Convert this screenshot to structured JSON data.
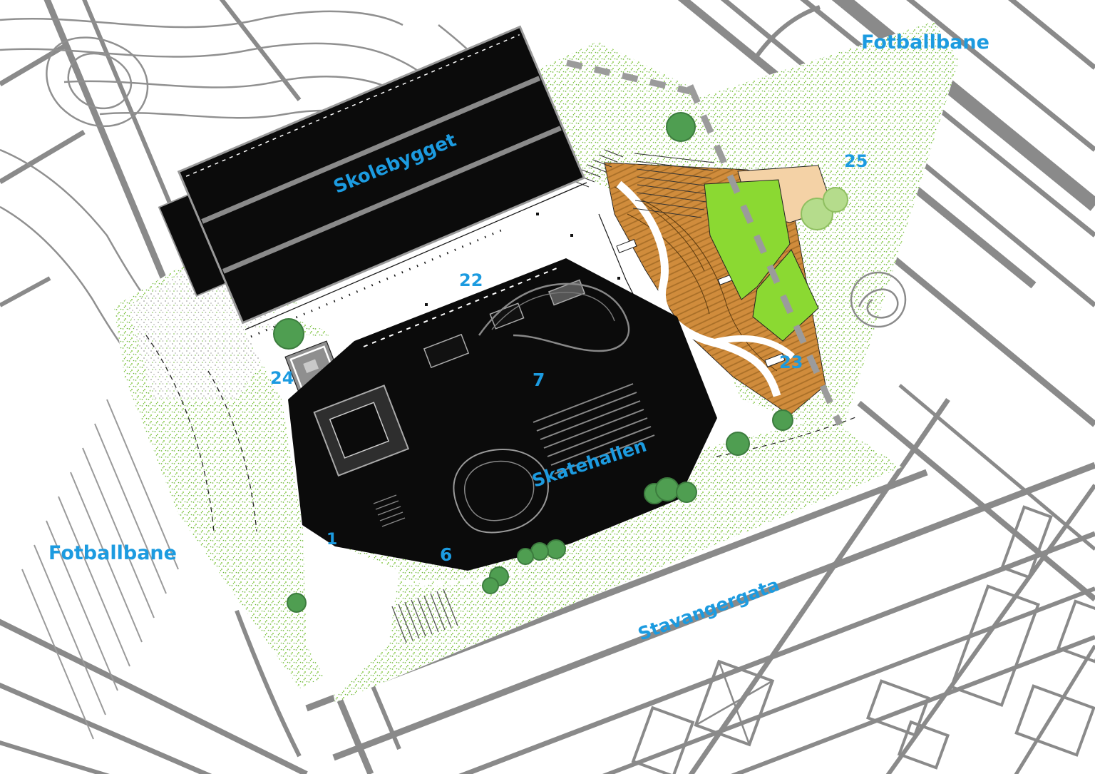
{
  "site_plan": {
    "title": "site-plan",
    "area_labels": {
      "football_field_top": "Fotballbane",
      "football_field_bottom": "Fotballbane",
      "north_building": "Skolebygget",
      "skate_hall": "Skatehallen",
      "street": "Stavangergata"
    },
    "plan_numbers": {
      "plaza": "22",
      "skatepark_terraces": "23",
      "west_entry": "24",
      "east_path": "25",
      "southwest_edge": "1",
      "hall_south": "6",
      "hall_roof": "7"
    },
    "colors": {
      "label_blue": "#1C9BE0",
      "building_dark": "#0B0B0B",
      "road_gray": "#8A8A8A",
      "grass_dot_green": "#76BE3C",
      "lawn_green": "#8BD932",
      "terrace_orange": "#D08C3C",
      "terrace_peach": "#F4D2A6",
      "tree_green_dark": "#4F9E51",
      "tree_green_light": "#B5DC8C"
    }
  }
}
